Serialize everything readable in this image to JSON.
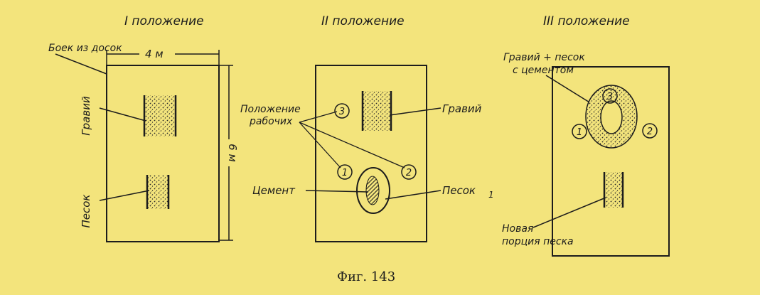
{
  "panels": {
    "p1": {
      "title": "I положение",
      "boards_label": "Боек из досок",
      "width_label": "4 м",
      "height_label": "6 м",
      "gravel_label": "Гравий",
      "sand_label": "Песок"
    },
    "p2": {
      "title": "II положение",
      "workers_label_1": "Положение",
      "workers_label_2": "рабочих",
      "gravel_label": "Гравий",
      "cement_label": "Цемент",
      "sand_label": "Песок",
      "worker_1": "1",
      "worker_2": "2",
      "worker_3": "3",
      "stray_mark": "1"
    },
    "p3": {
      "title": "III положение",
      "mix_label_1": "Гравий + песок",
      "mix_label_2": "с цементом",
      "new_sand_label_1": "Новая",
      "new_sand_label_2": "порция песка",
      "worker_1": "1",
      "worker_2": "2",
      "worker_3": "3"
    }
  },
  "caption": "Фиг. 143",
  "colors": {
    "paper": "#f3e47c",
    "ink": "#1c1c1c",
    "stipple": "#2a2a2a"
  }
}
